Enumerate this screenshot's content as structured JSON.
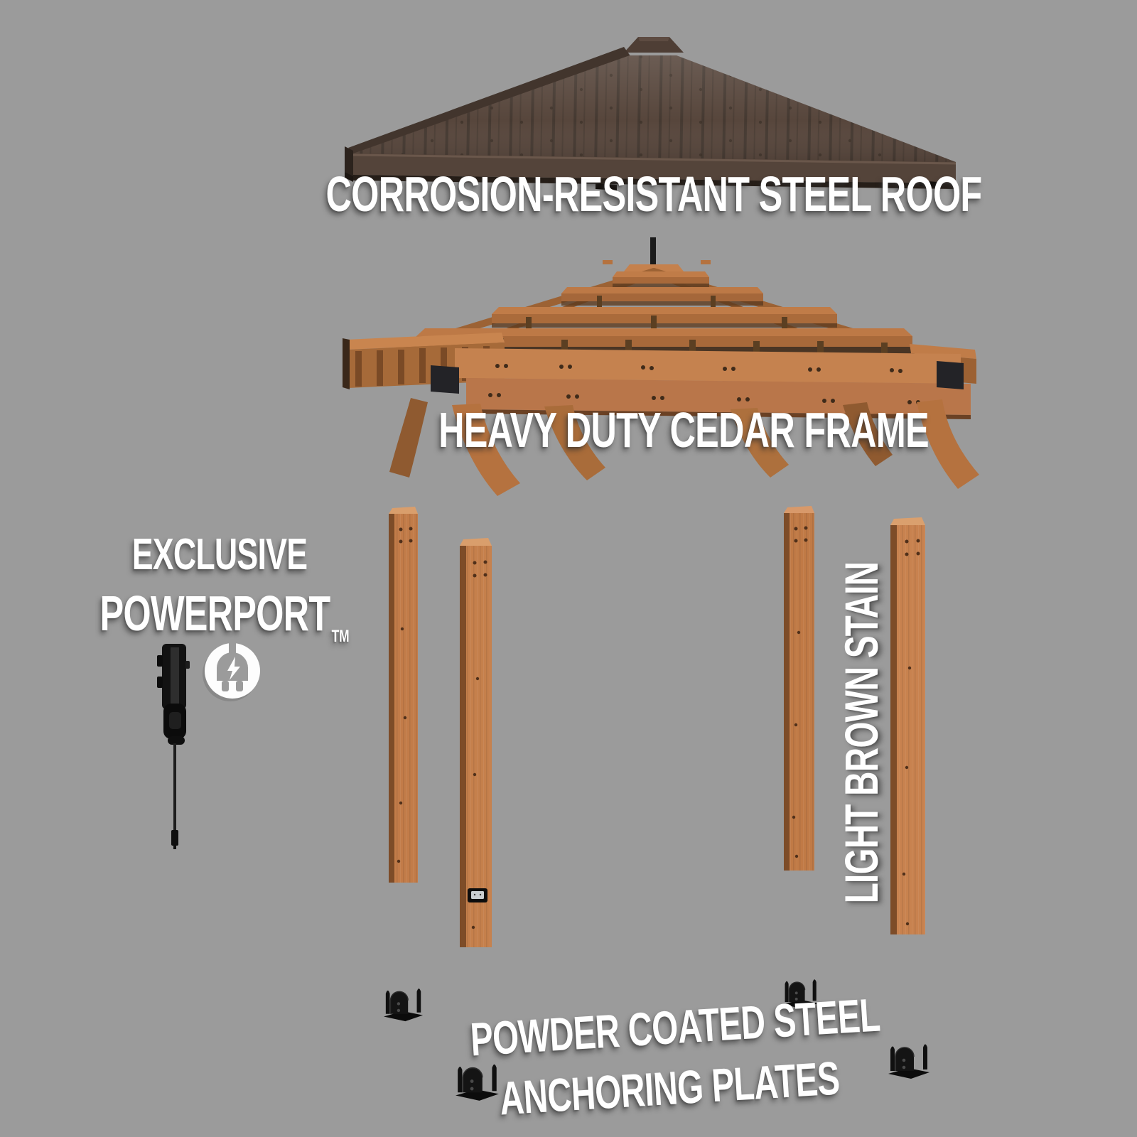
{
  "scene": {
    "background_color": "#9b9b9b",
    "label_color": "#ffffff"
  },
  "product": {
    "roof": {
      "label": "CORROSION-RESISTANT STEEL ROOF",
      "roof_main_color": "#57463c",
      "roof_side_color": "#42352d",
      "roof_fascia_color": "#54443a"
    },
    "frame": {
      "label": "HEAVY DUTY CEDAR FRAME",
      "wood_light_color": "#c5824f",
      "wood_mid_color": "#b5723f",
      "wood_dark_color": "#7c4b27"
    },
    "powerport": {
      "line1": "EXCLUSIVE",
      "line2": "POWERPORT",
      "trademark": "TM",
      "icon": "power-plug-icon",
      "device_color": "#121212"
    },
    "posts": {
      "label": "LIGHT BROWN STAIN",
      "count": 4,
      "face_color": "#c5804c",
      "side_color": "#7d4c28"
    },
    "anchors": {
      "line1": "POWDER COATED STEEL",
      "line2": "ANCHORING PLATES",
      "count": 4,
      "plate_color": "#121212"
    }
  }
}
